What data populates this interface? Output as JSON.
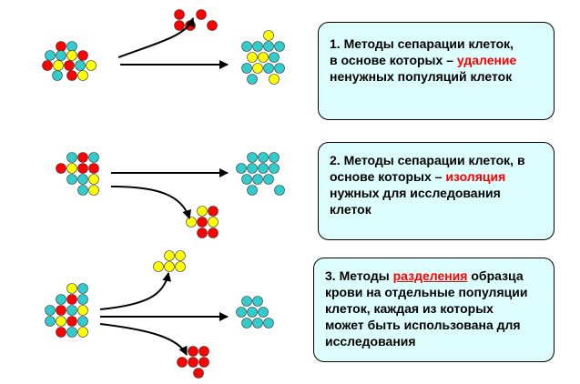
{
  "boxes": [
    {
      "a": "1. Методы сепарации клеток,",
      "b": "в основе которых –",
      "highlight": "удаление",
      "c": "ненужных популяций клеток"
    },
    {
      "a": "2. Методы сепарации клеток, в",
      "b": "основе которых –",
      "highlight": "изоляция",
      "c": "нужных для исследования",
      "d": "клеток"
    },
    {
      "pre": "3. Методы",
      "highlight": "разделения",
      "post": "образца",
      "l2": "крови на отдельные популяции",
      "l3": "клеток, каждая из которых",
      "l4": "может быть использована для",
      "l5": "исследования"
    }
  ],
  "colors": {
    "red": "#ff0000",
    "yellow": "#ffff00",
    "teal": "#33cccc",
    "box_fill": "#ddfdfd"
  }
}
